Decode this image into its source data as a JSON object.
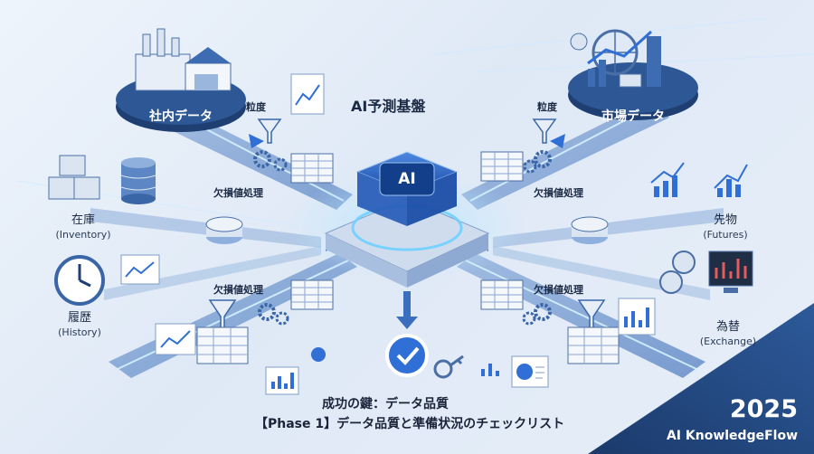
{
  "header": {
    "title": "AI予測基盤"
  },
  "core": {
    "label": "AI"
  },
  "sources": {
    "internal": "社内データ",
    "market": "市場データ"
  },
  "steps": {
    "granularity_left": "粒度",
    "granularity_right": "粒度",
    "missing_left_top": "欠損値処理",
    "missing_right_top": "欠損値処理",
    "missing_left_bottom": "欠損値処理",
    "missing_right_bottom": "欠損値処理"
  },
  "inputs": [
    {
      "key": "inventory",
      "label": "在庫",
      "sub": "(Inventory)"
    },
    {
      "key": "history",
      "label": "履歴",
      "sub": "(History)"
    },
    {
      "key": "futures",
      "label": "先物",
      "sub": "(Futures)"
    },
    {
      "key": "exchange",
      "label": "為替",
      "sub": "(Exchange)"
    }
  ],
  "footer": {
    "line1": "成功の鍵：データ品質",
    "line2": "【Phase 1】データ品質と準備状況のチェックリスト"
  },
  "branding": {
    "year": "2025",
    "name": "AI KnowledgeFlow"
  },
  "colors": {
    "accent": "#2f6fd6",
    "navy": "#1f3f73",
    "core": "#1c4ea8",
    "glow": "#7fd0ff"
  }
}
